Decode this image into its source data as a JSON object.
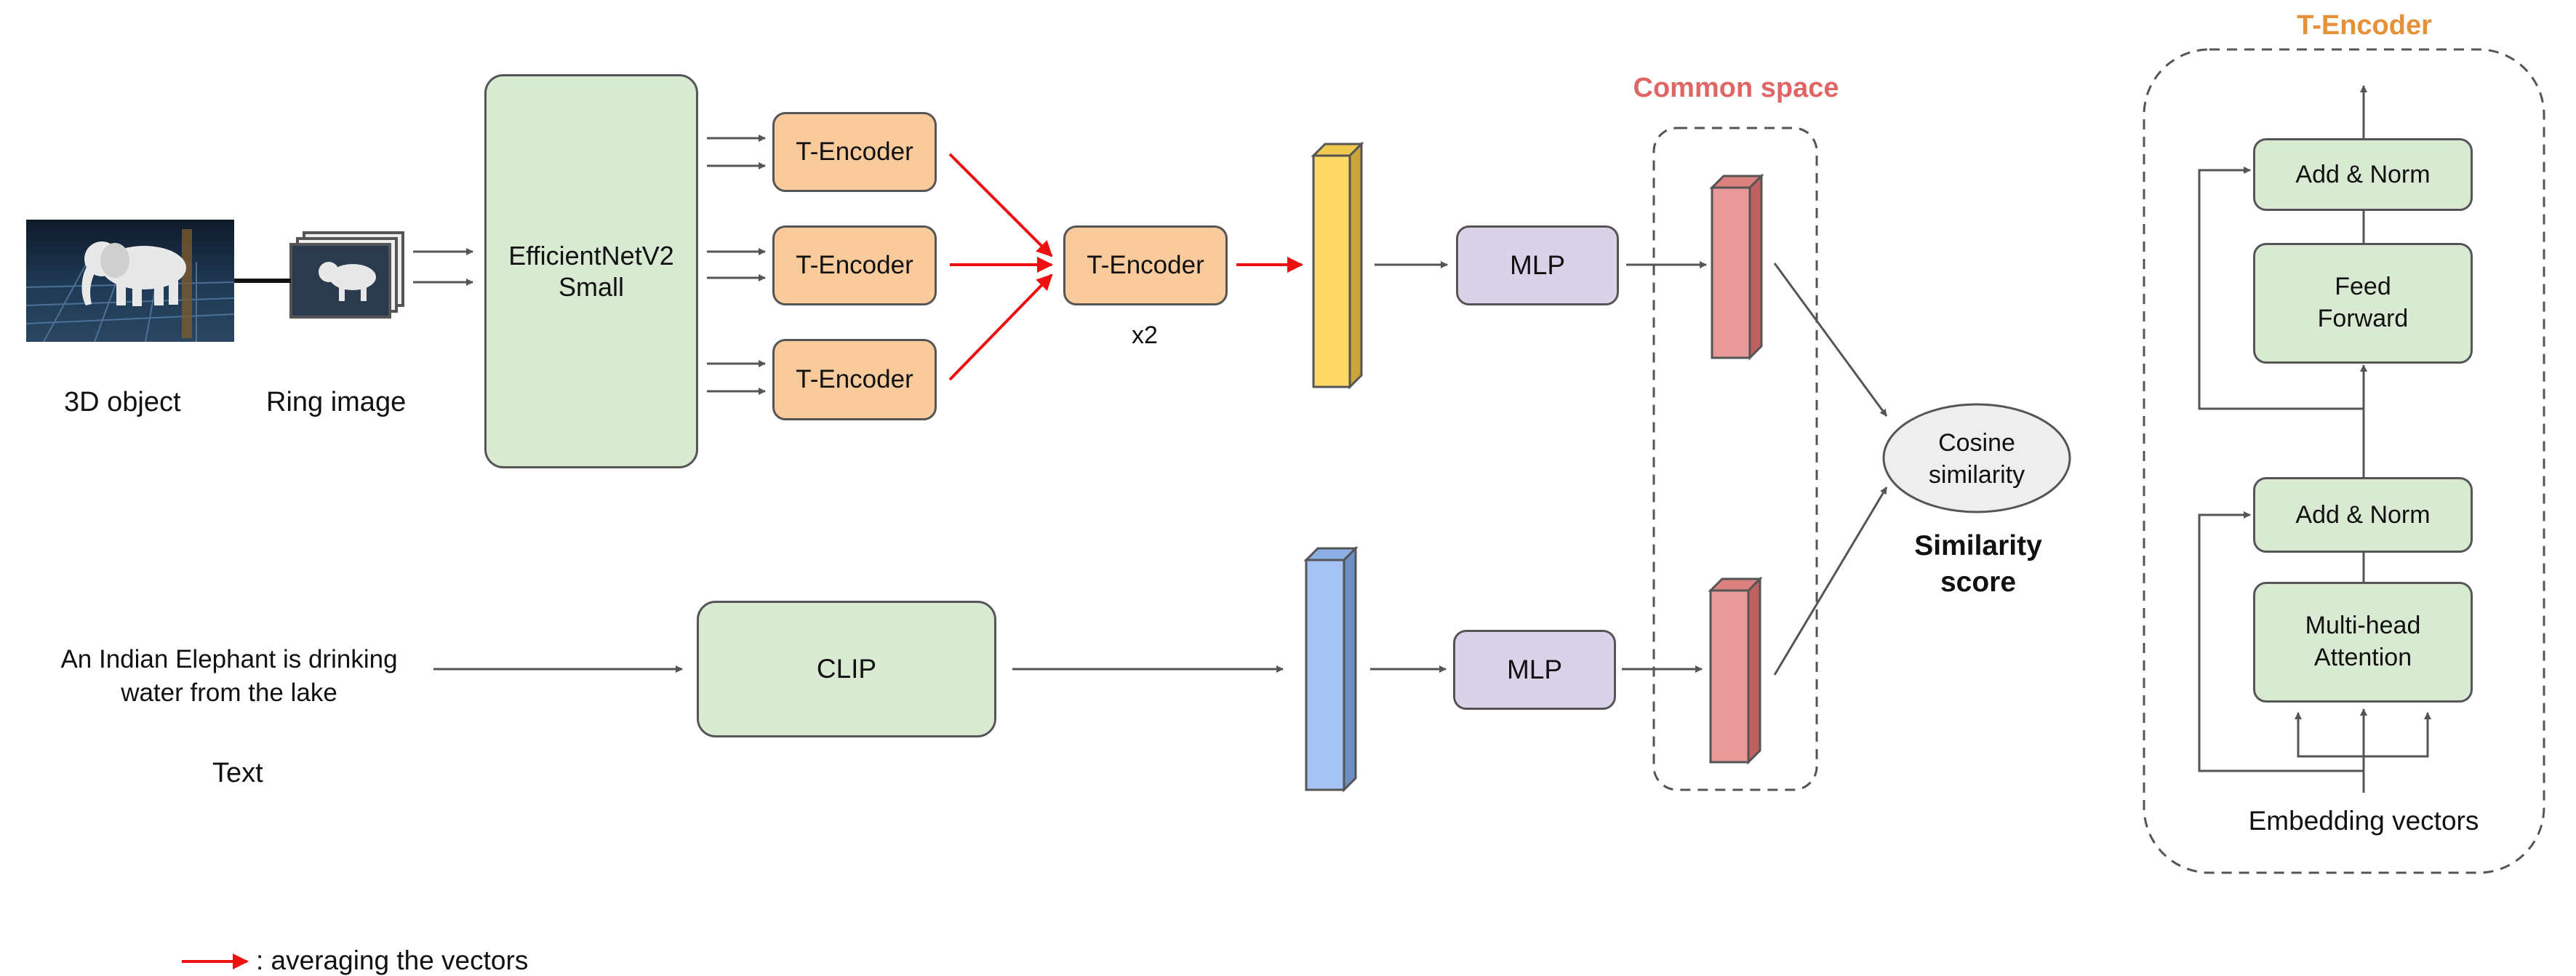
{
  "labels": {
    "object_3d": "3D object",
    "ring_image": "Ring image",
    "backbone": "EfficientNetV2\nSmall",
    "t_encoder_box": "T-Encoder",
    "repeat": "x2",
    "mlp": "MLP",
    "clip": "CLIP",
    "text_input": "An Indian Elephant is drinking\nwater from the lake",
    "text": "Text",
    "common_space": "Common space",
    "cosine": "Cosine\nsimilarity",
    "similarity_score": "Similarity\nscore",
    "legend": ": averaging the vectors"
  },
  "t_encoder_detail": {
    "title": "T-Encoder",
    "add_norm": "Add & Norm",
    "feed_forward": "Feed\nForward",
    "attention": "Multi-head\nAttention",
    "embedding": "Embedding vectors"
  },
  "colors": {
    "backbone_green": "#d9ead3",
    "encoder_orange": "#f9cb9c",
    "mlp_purple": "#d9d2e9",
    "image_vector_yellow": "#ffd966",
    "text_vector_blue": "#a4c2f4",
    "embedding_pink": "#ea9999",
    "averaging_red": "#ee1111",
    "common_space_title": "#e06666",
    "t_encoder_title": "#e69138"
  },
  "icons": [
    "elephant-render-image",
    "ring-image-stack"
  ]
}
